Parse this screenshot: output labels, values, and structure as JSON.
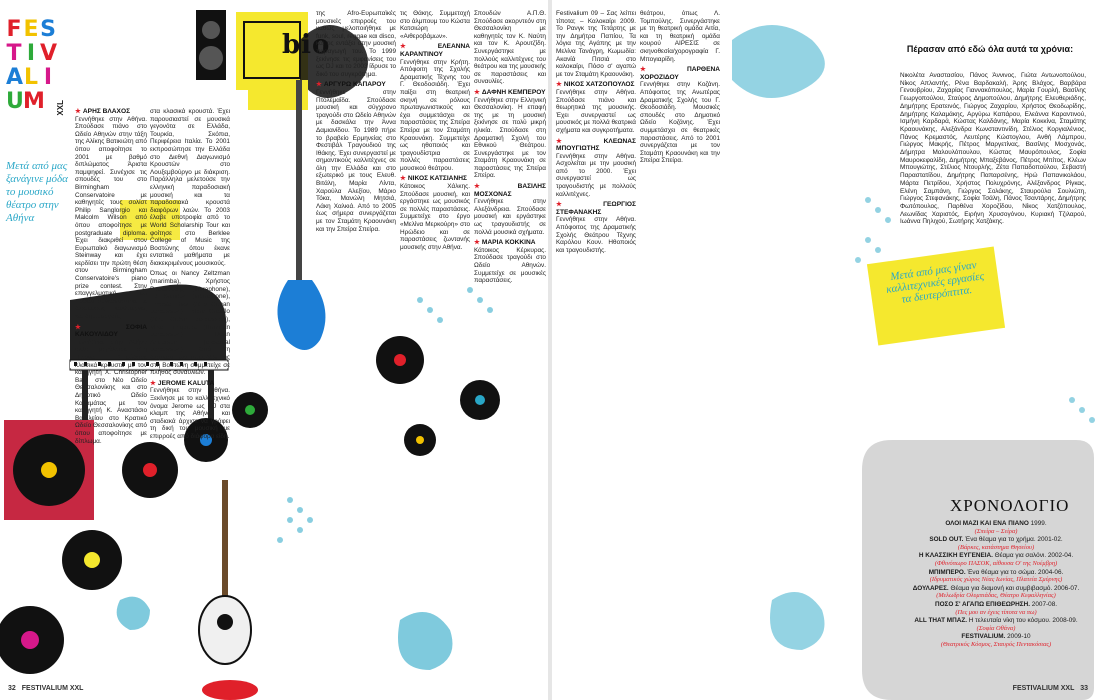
{
  "logo": {
    "rows": [
      [
        {
          "ch": "F",
          "c": "c-red"
        },
        {
          "ch": "E",
          "c": "c-yel"
        },
        {
          "ch": "S",
          "c": "c-blu"
        }
      ],
      [
        {
          "ch": "T",
          "c": "c-mag"
        },
        {
          "ch": "I",
          "c": "c-grn"
        },
        {
          "ch": "V",
          "c": "c-red"
        }
      ],
      [
        {
          "ch": "A",
          "c": "c-blu"
        },
        {
          "ch": "L",
          "c": "c-yel"
        },
        {
          "ch": "I",
          "c": "c-mag"
        }
      ],
      [
        {
          "ch": "U",
          "c": "c-grn"
        },
        {
          "ch": "M",
          "c": "c-red"
        }
      ]
    ],
    "suffix": "XXL"
  },
  "left_tagline": "Μετά από μας ξανάγινε μόδα το μουσικό θέατρο στην Αθήνα",
  "section_title": "bio",
  "right_tagline": "Μετά από μας γίναν καλλιτεχνικές εργασίες τα δευτερόπτιτα.",
  "folio_left": {
    "num": "32",
    "label": "FESTIVALIUM XXL"
  },
  "folio_right": {
    "num": "33",
    "label": "FESTIVALIUM XXL"
  },
  "columns": [
    {
      "entries": [
        {
          "name": "ΑΡΗΣ ΒΛΑΧΟΣ",
          "text": "Γεννήθηκε στην Αθήνα. Σπούδασε πιάνο στο Ωδείο Αθηνών στην τάξη της Αλίκης Βατικιώτη από όπου αποφοίτησε το 2001 με βαθμό διπλώματος Άριστα παμψηφεί. Συνέχισε τις σπουδές του στο Birmingham Conservatoire με καθηγητές τους σολίστ Philip Sanglorgio και Malcolm Wilson από όπου αποφοίτησε με postgraduate diploma. Έχει διακριθεί στον Ευρωπαϊκό διαγωνισμό Steinway και έχει κερδίσει την πρώτη θέση στον Birmingham Conservatoire's piano prize contest. Στην επαγγελματική του πορεία συνεργάστηκε με διάφορους καλλιτέχνες και δημιουργούς."
        },
        {
          "name": "ΣΟΦΙΑ ΚΑΚΟΥΛΙΔΟΥ",
          "text": "Γεννήθηκε στην Αθήνα αλλά μεγάλωσε στη Βαϊόνα. Σπούδασε κλασικά κρουστά με τον καθηγητή Χ. Christopher Bala στο Νέο Ωδείο Θεσσαλονίκης και στο Δημοτικό Ωδείο Καλαμάτας με τον καθηγητή Κ. Αναστάσιο Βασιλείου στο Κρατικό Ωδείο Θεσσαλονίκης από όπου αποφοίτησε με δίπλωμα."
        }
      ]
    },
    {
      "entries": [
        {
          "name": "",
          "text": "στα κλασικά κρουστά. Έχει παρουσιαστεί σε μουσικά γεγονότα σε Ελλάδα, Τουρκία, Σκόπια, Περιφέρεια Ιταλία. Το 2001 εκπροσώπησε την Ελλάδα στο Διεθνή Διαγωνισμό Κρουστών στο Λουξεμβούργο με διάκριση. Παράλληλα μελετούσε την ελληνική παραδοσιακή μουσική και τα παραδοσιακά κρουστά διαφόρων λαών. Το 2003 έλαβε υποτροφία από το World Scholarship Tour και φοίτησε στο Berklee College of Music της Βοστώνης όπου έκανε εντατικά μαθήματα με διακεκριμένους μουσικούς."
        },
        {
          "name": "",
          "text": "Όπως οι Nancy Zeltzman (marimba), Χρήστος Ραφαηλίδης (vibraphone), Ed Saindon (vibraphone), Emesto Diaz (Afro Cuban percussion), Edgar Castillo (Afro Cuban percussion), Mike Ringquist (Brazilian percussion), Dean Anderson (classical percussion). Κατά τη διάρκεια των σπουδών της στη Βοστώνη συμμετείχε σε πλήθος συναυλιών."
        },
        {
          "name": "JEROME KALUTA",
          "text": "Γεννήθηκε στην Αθήνα. Ξεκίνησε με το καλλιτεχνικό όνομα Jerome ως DJ στα κλαμπ της Αθήνας και σταδιακά άρχισε να γράφει τη δική του μουσική με επιρροές από διάφορα είδη."
        }
      ]
    },
    {
      "entries": [
        {
          "name": "",
          "text": "της Afro-Ευρωπαϊκές μουσικές επιρροές του καθώς μελοποιήθηκε με funk, soul, reggae και disco, και τις εντάξει στην μουσική παραγωγή του. Το 1999 ξεκίνησε τις εμφανίσεις του ως DJ και το 2003 ίδρυσε το δικό του συγκρότημα."
        },
        {
          "name": "ΑΡΓΥΡΩ ΚΑΠΑΡΟΥ",
          "text": "Γεννήθηκε στην Πτολεμαΐδα. Σπούδασε μουσική και σύγχρονο τραγούδι στο Ωδείο Αθηνών με δασκάλα την Άννα Δαμιανίδου. Το 1989 πήρε το βραβείο Ερμηνείας στο Φεστιβάλ Τραγουδιού της Ιθάκης. Έχει συνεργαστεί με σημαντικούς καλλιτέχνες σε όλη την Ελλάδα και στο εξωτερικό με τους Ελευθ. Βιτάλη, Μαρία Λίντα, Χαρούλα Αλεξίου, Μάριο Τόκα, Μανώλη Μητσιά, Λάκη Χαλκιά. Από το 2005 έως σήμερα συνεργάζεται με τον Σταμάτη Κραουνάκη και την Σπείρα Σπείρα."
        }
      ]
    },
    {
      "entries": [
        {
          "name": "",
          "text": "τις Θάκης. Συμμετοχή στο άλμπουμ του Κώστα Κατσιώρη «Αιθεροβάμων»."
        },
        {
          "name": "ΕΛΕΑΝΝΑ ΚΑΡΑΝΤΙΝΟΥ",
          "text": "Γεννήθηκε στην Κρήτη. Απόφοιτη της Σχολής Δραματικής Τέχνης του Γ. Θεοδοσιάδη. Έχει παίξει στη θεατρική σκηνή σε ρόλους πρωταγωνιστικούς και έχει συμμετάσχει σε παραστάσεις της Σπείρα Σπείρα με τον Σταμάτη Κραουνάκη. Συμμετείχε ως ηθοποιός και τραγουδίστρια σε πολλές παραστάσεις μουσικού θεάτρου."
        },
        {
          "name": "ΝΙΚΟΣ ΚΑΤΣΙΑΝΗΣ",
          "text": "Κάτοικος Χάλκης. Σπούδασε μουσική, και εργάστηκε ως μουσικός σε πολλές παραστάσεις. Συμμετείχε στο έργο «Μελίνα Μερκούρη» στο Ηρώδειο και σε παραστάσεις ζωντανής μουσικής στην Αθήνα."
        }
      ]
    },
    {
      "entries": [
        {
          "name": "",
          "text": "Σπουδών Α.Π.Θ. Σπούδασε ακορντεόν στη Θεσσαλονίκη με καθηγητές τον Κ. Ναύτη και τον Κ. Αρουτζίδη. Συνεργάστηκε με πολλούς καλλιτέχνες του θεάτρου και της μουσικής σε παραστάσεις και συναυλίες."
        },
        {
          "name": "ΔΑΦΝΗ ΚΕΜΠΕΡΟΥ",
          "text": "Γεννήθηκε στην Ελληνική Θεσσαλονίκη. Η επαφή της με τη μουσική ξεκίνησε σε πολύ μικρή ηλικία. Σπούδασε στη Δραματική Σχολή του Εθνικού Θεάτρου. Συνεργάστηκε με τον Σταμάτη Κραουνάκη σε παραστάσεις της Σπείρα Σπείρα."
        },
        {
          "name": "ΒΑΣΙΛΗΣ ΜΟΣΧΟΝΑΣ",
          "text": "Γεννήθηκε στην Αλεξάνδρεια. Σπούδασε μουσική και εργάστηκε ως τραγουδιστής σε πολλά μουσικά σχήματα."
        },
        {
          "name": "ΜΑΡΙΑ ΚΟΚΚΙΝΑ",
          "text": "Κάτοικος Κέρκυρας. Σπούδασε τραγούδι στο Ωδείο Αθηνών. Συμμετείχε σε μουσικές παραστάσεις."
        }
      ]
    },
    {
      "entries": [
        {
          "name": "",
          "text": "Festivalium 09 – Σας λείπει τίποτα; – Καλοκαίρι 2009. Το Ρανγκ της Τετάρτης με την Δημήτρα Παπίου, Τα λόγια της Αγάπης με την Μελίνα Τανάγρη, Κωμωδία: Ακανίά Πιτσιά στο καλοκαίρι, Πόσο σ' αγαπώ με τον Σταμάτη Κραουνάκη."
        },
        {
          "name": "ΝΙΚΟΣ ΧΑΤΖΟΠΟΥΛΟΣ",
          "text": "Γεννήθηκε στην Αθήνα. Σπούδασε πιάνο και θεωρητικά της μουσικής. Έχει συνεργαστεί ως μουσικός με πολλά θεατρικά σχήματα και συγκροτήματα."
        },
        {
          "name": "ΚΛΕΩΝΑΣ ΜΠΟΥΓΙΩΤΗΣ",
          "text": "Γεννήθηκε στην Αθήνα. Ασχολείται με την μουσική από το 2000. Έχει συνεργαστεί ως τραγουδιστής με πολλούς καλλιτέχνες."
        },
        {
          "name": "ΓΕΩΡΓΙΟΣ ΣΤΕΦΑΝΑΚΗΣ",
          "text": "Γεννήθηκε στην Αθήνα. Απόφοιτος της Δραματικής Σχολής Θεάτρου Τέχνης Καρόλου Κουν. Ηθοποιός και τραγουδιστής."
        }
      ]
    },
    {
      "entries": [
        {
          "name": "",
          "text": "θεάτρου, όπως Λ. Τομπούλης. Συνεργάστηκε με τη θεατρική ομάδα Αιτία, και τη θεατρική ομάδα κουρού ΑΙΡΕΣΙΣ σε σκηνοθεσία/χορογραφία Γ. Μπογιαρίδη."
        },
        {
          "name": "ΠΑΡΘΕΝΑ ΧΟΡΟΖΙΔΟΥ",
          "text": "Γεννήθηκε στην Κοζάνη. Απόφοιτος της Ανωτέρας Δραματικής Σχολής του Γ. Θεοδοσιάδη. Μουσικές σπουδές στο Δημοτικό Ωδείο Κοζάνης. Έχει συμμετάσχει σε θεατρικές παραστάσεις. Από το 2001 συνεργάζεται με τον Σταμάτη Κραουνάκη και την Σπείρα Σπείρα."
        }
      ]
    }
  ],
  "sidebar": {
    "title": "Πέρασαν από εδώ όλα αυτά τα χρόνια:",
    "text": "Νικολέτα Αναστασίου, Πάνος Άννινος, Γιώτα Αντωνοπούλου, Νίκος Απλαντής, Ρένα Βαρδακαλή, Άρης Βλάχος, Βαρβάρα Γενουβρίου, Ζαχαρίας Γιαννακόπουλος, Μαρία Γουρλή, Βασίλης Γεωργοπούλου, Σταύρος Δημοπούλου, Δημήτρης Ελευθεριάδης, Δημήτρης Ερατεινός, Γιώργος Ζαχαρίου, Χρήστος Θεοδωρίδης, Δημήτρης Καλαμάκης, Αργύρω Καπάρου, Ελεάννα Καραντινού, Ισμήνη Καρδαρά, Κώστας Καλδάνης, Μαρία Κοκκίνα, Σταμάτης Κραουνάκης, Αλεξάνδρα Κωνσταντινίδη, Στέλιος Κοργιαλένιος, Πάνος Κρεμαστός, Λευτέρης Κώστογλου, Ανθή Λάμπρου, Γιώργος Μακρής, Πέτρος Μαργετίνας, Βασίλης Μοσχονάς, Δήμητρα Μαλουλόπουλου, Κώστας Μαυρόπουλος, Σοφία Μαυροκεφαλίδη, Δημήτρης Μπαξεβάνος, Πέτρος Μπίτος, Κλέων Μπουγιώτης, Στέλιος Ντουρλής, Ζέτα Παπαδοπούλου, Σεβαστή Παραστατίδου, Δημήτρης Παπαρσένης, Ηρώ Παπανικολάου, Μάρτα Πετρίδου, Χρήστος Πολυχρόνης, Αλέξανδρος Ρίγκας, Ελένη Σαμπάνη, Γιώργος Σολάκης, Σταυρούλα Σουλιώτη, Γιώργος Στεφανάκης, Σοφία Τσάλη, Πάνος Τσαντάρης, Δημήτρης Φωτόπουλος, Παρθένα Χοροζίδου, Νίκος Χατζόπουλος, Λεωνίδας Χαριστός, Ειρήνη Χρυσογόνου, Κυριακή Τζιλαρού, Ιωάννα Πηλιχού, Σωτήρης Χατζάκης."
  },
  "chronology": {
    "title": "ΧΡΟΝΟΛΟΓΙΟ",
    "items": [
      {
        "title": "ΟΛΟΙ ΜΑΖΙ ΚΑΙ ΕΝΑ ΠΙΑΝΟ",
        "year": "1999.",
        "note": "(Σπείρα – Σείρα)"
      },
      {
        "title": "SOLD OUT.",
        "year": "Ένα θέαμα για το χρήμα. 2001-02.",
        "note": "(Βάρκες, κατάστημα Θησείου)"
      },
      {
        "title": "Η ΚΛΑΣΣΙΚΗ ΕΥΓΕΝΕΙΑ.",
        "year": "Θέαμα για σαλόνι. 2002-04.",
        "note": "(Φθινόπωρο ΠΑΣΟΚ, αίθουσα Ο' της Νοέμβρη)"
      },
      {
        "title": "ΜΠΙΜΠΕΡΟ.",
        "year": "Ένα θέαμα για το σώμα. 2004-06.",
        "note": "(Ιδρυματικός χώρος Νέας Ιωνίας, Πλατεία Σμύρνης)"
      },
      {
        "title": "ΔΟΥΛΑΡΕΣ.",
        "year": "Θέαμα για διαμονή και συμβιβασμό. 2006-07.",
        "note": "(Μελωδρία Ολυμπιάδας, Θέατρο Κεφαλληνίας)"
      },
      {
        "title": "ΠΟΣΟ Σ' ΑΓΑΠΩ ΕΠΙΘΕΩΡΗΣΗ.",
        "year": "2007-08.",
        "note": "(Πες μου αν έχεις τίποτα να πω)"
      },
      {
        "title": "ALL THAT ΜΠΑΖ.",
        "year": "Η τελευταία νίκη του κόσμου. 2008-09.",
        "note": "(Σοφία Οθάνα)"
      },
      {
        "title": "FESTIVALIUM.",
        "year": "2009-10",
        "note": "(Θεατρικός Κόσμος, Σταυρός Πεντακόσιας)"
      }
    ]
  }
}
